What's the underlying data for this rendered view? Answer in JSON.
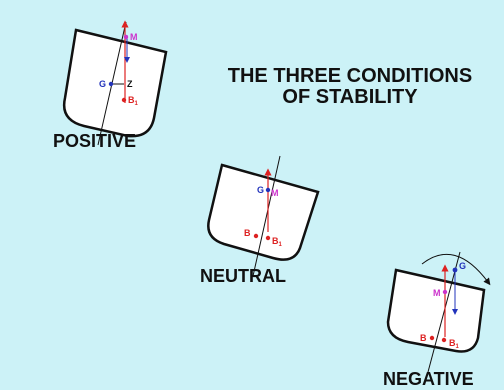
{
  "title": {
    "line1": "THE THREE CONDITIONS",
    "line2": "OF STABILITY"
  },
  "diagrams": {
    "positive": {
      "caption": "POSITIVE",
      "labels": {
        "M": "M",
        "G": "G",
        "Z": "Z",
        "B1": "B",
        "B1_sub": "1"
      }
    },
    "neutral": {
      "caption": "NEUTRAL",
      "labels": {
        "GM": "G",
        "M": "M",
        "B": "B",
        "B1": "B",
        "B1_sub": "1"
      }
    },
    "negative": {
      "caption": "NEGATIVE",
      "labels": {
        "G": "G",
        "M": "M",
        "B": "B",
        "B1": "B",
        "B1_sub": "1"
      }
    }
  },
  "colors": {
    "background": "#CCF2F7",
    "hull": "#FFFFFF",
    "outline": "#111111",
    "metacentre": "#CC33CC",
    "gravity": "#2233BB",
    "buoyancy": "#DD2222"
  }
}
